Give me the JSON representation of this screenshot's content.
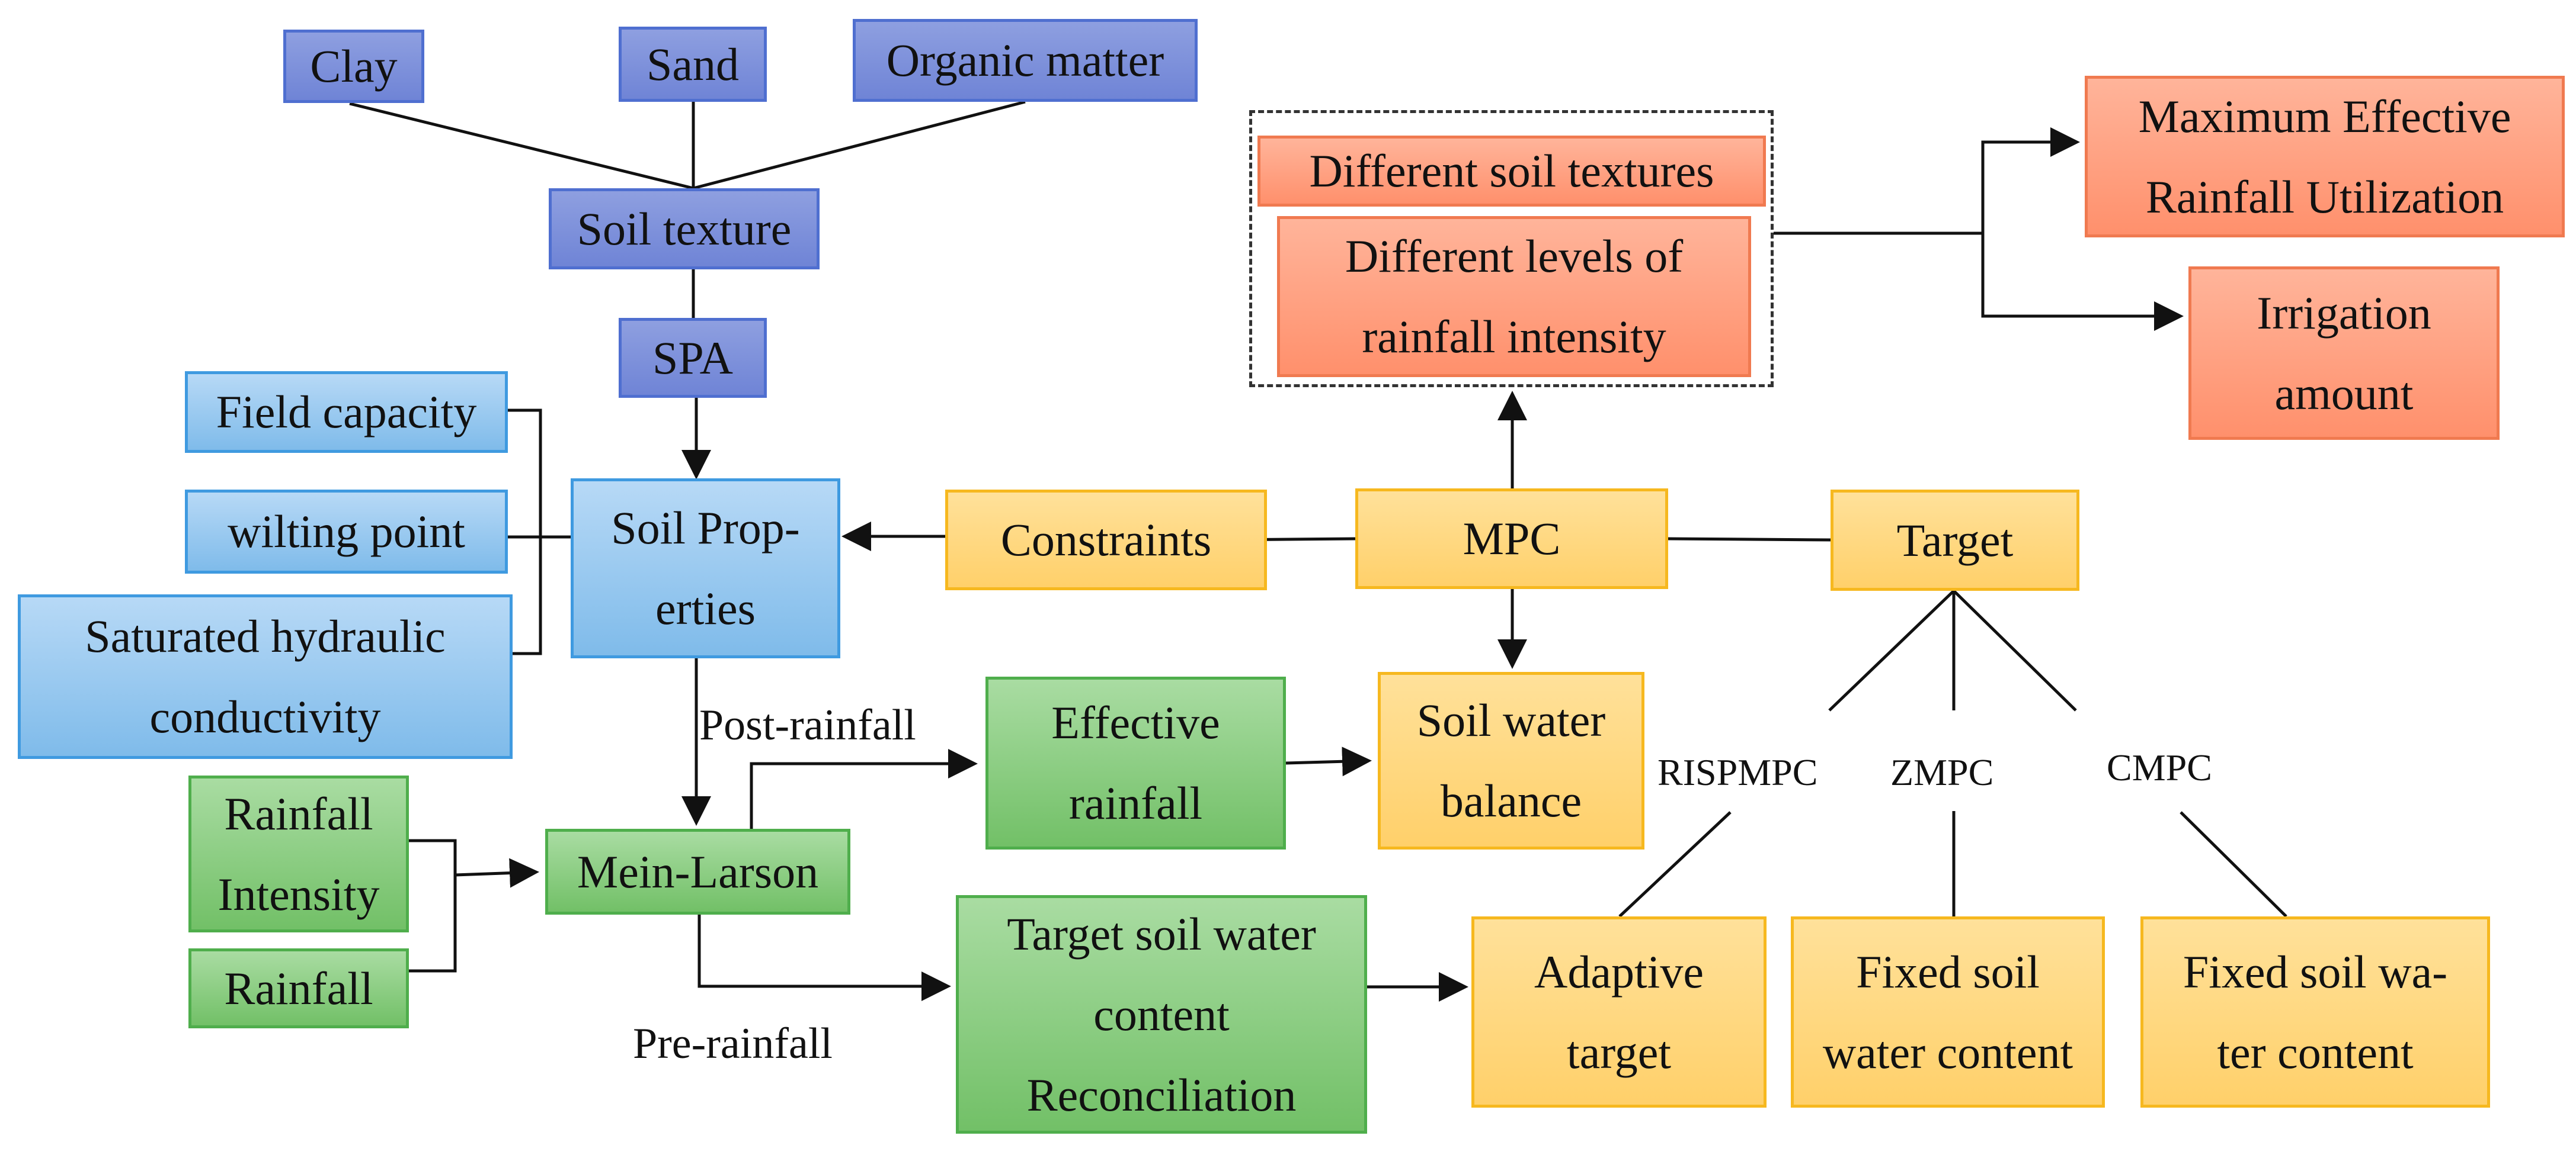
{
  "nodes": {
    "clay": "Clay",
    "sand": "Sand",
    "organic_matter": "Organic matter",
    "soil_texture": "Soil texture",
    "spa": "SPA",
    "field_capacity": "Field capacity",
    "wilting_point": "wilting point",
    "saturated_hydraulic": [
      "Saturated hydraulic",
      "conductivity"
    ],
    "soil_properties": [
      "Soil Prop-",
      "erties"
    ],
    "constraints": "Constraints",
    "mpc": "MPC",
    "target": "Target",
    "different_soil_textures": "Different soil textures",
    "different_rainfall_levels": [
      "Different levels of",
      "rainfall intensity"
    ],
    "max_effective_rainfall": [
      "Maximum Effective",
      "Rainfall Utilization"
    ],
    "irrigation_amount": [
      "Irrigation",
      "amount"
    ],
    "rainfall_intensity": [
      "Rainfall",
      "Intensity"
    ],
    "rainfall": "Rainfall",
    "mein_larson": "Mein-Larson",
    "effective_rainfall": [
      "Effective",
      "rainfall"
    ],
    "soil_water_balance": [
      "Soil water",
      "balance"
    ],
    "target_swc_reconciliation": [
      "Target soil water",
      "content",
      "Reconciliation"
    ],
    "adaptive_target": [
      "Adaptive",
      "target"
    ],
    "fixed_swc_zmpc": [
      "Fixed soil",
      "water content"
    ],
    "fixed_swc_cmpc": [
      "Fixed soil wa-",
      "ter content"
    ]
  },
  "edge_labels": {
    "post_rainfall": "Post-rainfall",
    "pre_rainfall": "Pre-rainfall",
    "rispmpc": "RISPMPC",
    "zmpc": "ZMPC",
    "cmpc": "CMPC"
  },
  "colors": {
    "purple_group": "#7a8ed9",
    "blue_group": "#9fcdf2",
    "green_group": "#8ccf82",
    "yellow_group": "#ffd780",
    "orange_group": "#ffa07e",
    "line": "#111111"
  }
}
